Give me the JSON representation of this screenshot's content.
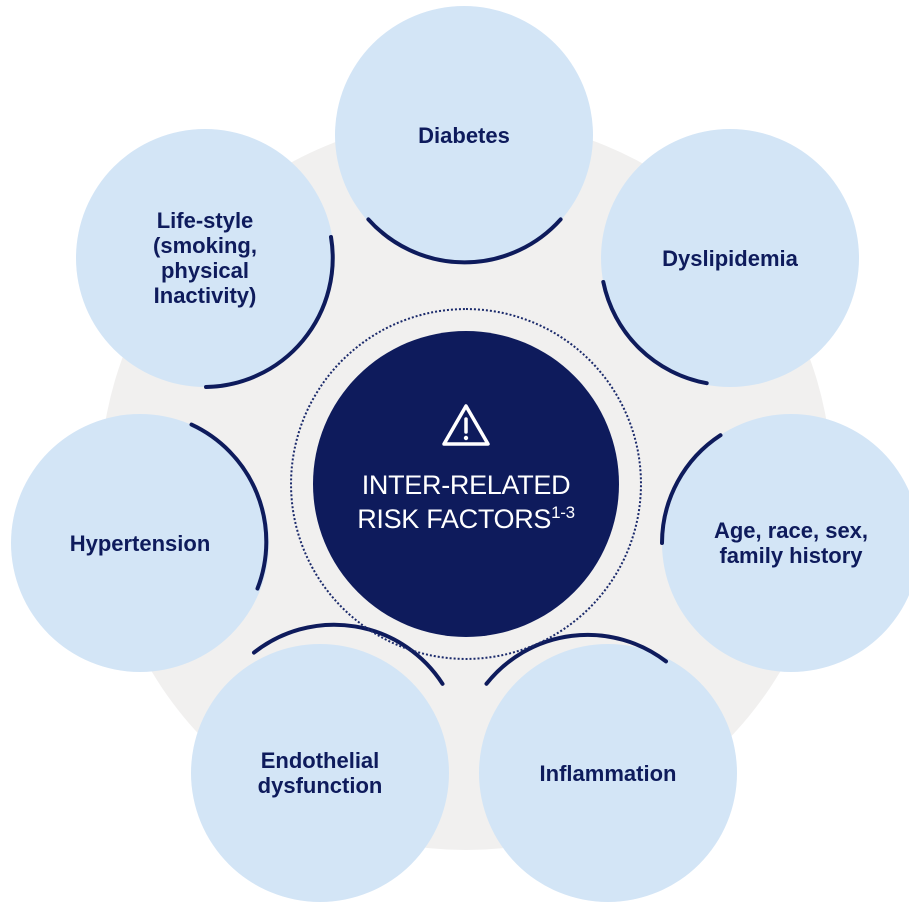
{
  "center": {
    "icon": "warning-triangle-icon",
    "line1": "INTER-RELATED",
    "line2": "RISK FACTORS",
    "superscript": "1-3"
  },
  "factors": [
    {
      "id": "diabetes",
      "label": "Diabetes"
    },
    {
      "id": "dyslipidemia",
      "label": "Dyslipidemia"
    },
    {
      "id": "age",
      "label": "Age, race, sex, family history"
    },
    {
      "id": "inflammation",
      "label": "Inflammation"
    },
    {
      "id": "endothelial",
      "label": "Endothelial dysfunction"
    },
    {
      "id": "hypertension",
      "label": "Hypertension"
    },
    {
      "id": "lifestyle",
      "label": "Life-style (smoking, physical Inactivity)"
    }
  ],
  "colors": {
    "navy": "#0e1b5c",
    "node_fill": "#d3e5f6",
    "background_ring": "#f1f0ef"
  }
}
